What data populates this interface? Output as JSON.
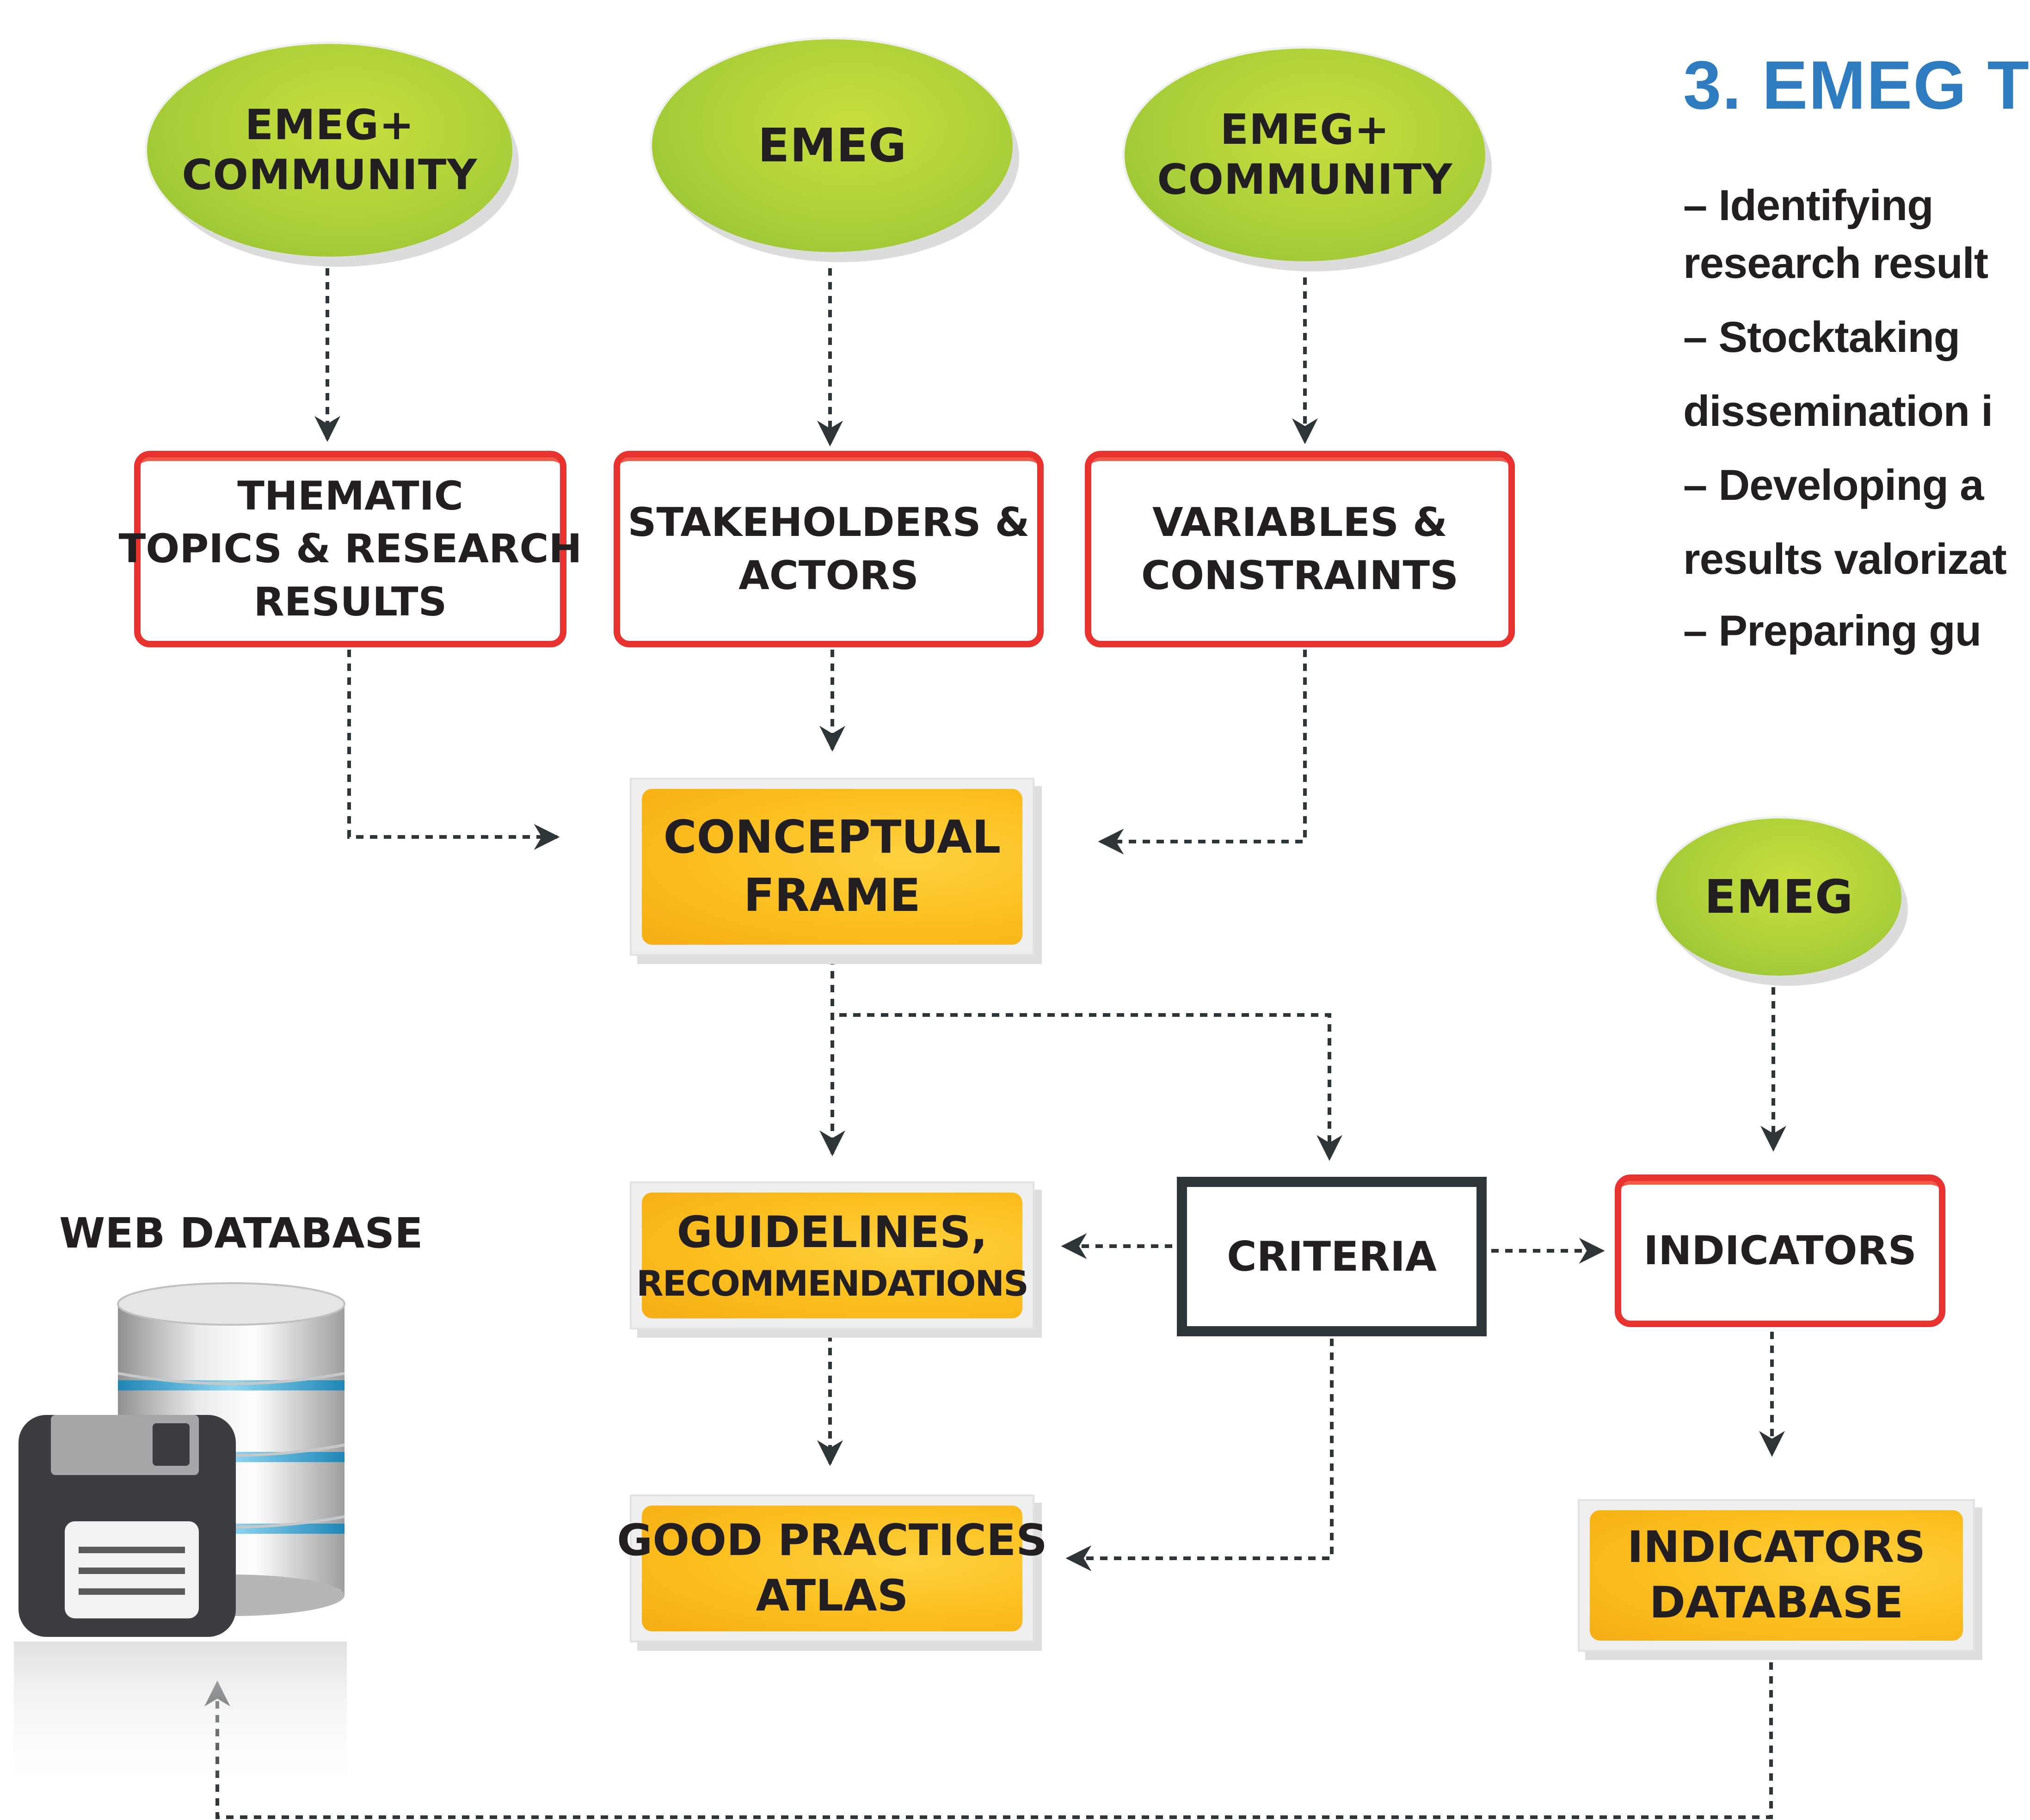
{
  "section": {
    "title": "3. EMEG T",
    "bullets": [
      "– Identifying",
      "research result",
      "– Stocktaking",
      "dissemination i",
      "– Developing a",
      "results valorizat",
      "– Preparing gu"
    ]
  },
  "ovals": {
    "left": [
      "EMEG+",
      "COMMUNITY"
    ],
    "center": "EMEG",
    "right": [
      "EMEG+",
      "COMMUNITY"
    ],
    "indicators": "EMEG"
  },
  "red_boxes": {
    "thematic": [
      "THEMATIC",
      "TOPICS & RESEARCH",
      "RESULTS"
    ],
    "stakeholders": [
      "STAKEHOLDERS &",
      "ACTORS"
    ],
    "variables": [
      "VARIABLES &",
      "CONSTRAINTS"
    ],
    "indicators": "INDICATORS"
  },
  "yellow_boxes": {
    "conceptual": [
      "CONCEPTUAL",
      "FRAME"
    ],
    "guidelines": [
      "GUIDELINES,",
      "RECOMMENDATIONS"
    ],
    "good_practices": [
      "GOOD PRACTICES",
      "ATLAS"
    ],
    "indicators_db": [
      "INDICATORS",
      "DATABASE"
    ]
  },
  "criteria": "CRITERIA",
  "web_database": "WEB DATABASE",
  "colors": {
    "oval_green": "#acd03a",
    "red_border": "#e8322f",
    "yellow_fill": "#fbbe1e",
    "title_blue": "#2e7bc0",
    "criteria_border": "#2d3538",
    "connector": "#2d3538"
  },
  "icons": [
    "database-icon",
    "floppy-disk-icon"
  ]
}
